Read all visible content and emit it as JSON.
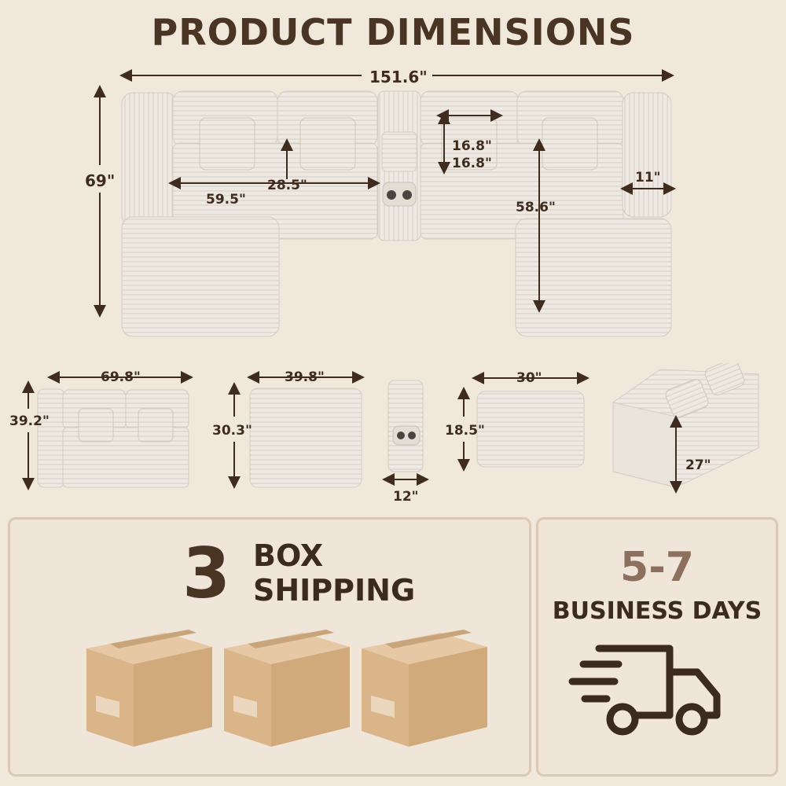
{
  "header": {
    "title": "PRODUCT DIMENSIONS"
  },
  "dimensions": {
    "overall_width": "151.6\"",
    "overall_depth": "69\"",
    "pillow_w": "16.8\"",
    "pillow_h": "16.8\"",
    "seat_width": "28.5\"",
    "loveseat_width": "59.5\"",
    "chaise_depth": "58.6\"",
    "arm_width": "11\"",
    "module_width": "69.8\"",
    "module_depth": "39.2\"",
    "ottoman_width": "39.8\"",
    "ottoman_depth": "30.3\"",
    "console_width": "12\"",
    "cushion_width": "30\"",
    "cushion_height": "18.5\"",
    "height": "27\""
  },
  "shipping": {
    "count": "3",
    "line1": "BOX",
    "line2": "SHIPPING"
  },
  "delivery": {
    "days": "5-7",
    "label": "BUSINESS DAYS"
  },
  "colors": {
    "background": "#f1e8dc",
    "fabric": "#ede8e0",
    "box": "#d8b489",
    "text_dark": "#4a3424",
    "days_accent": "#8d6f5d"
  },
  "icons": [
    "box-icon",
    "delivery-truck-icon"
  ]
}
